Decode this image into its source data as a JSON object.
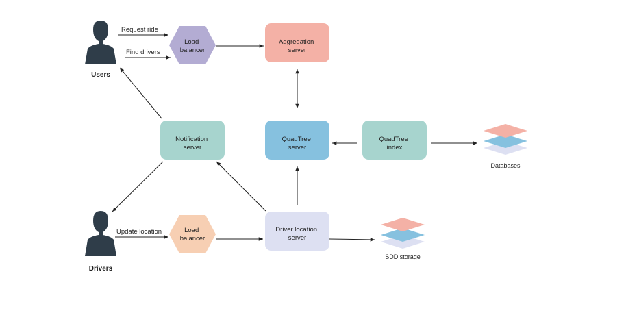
{
  "actors": {
    "users": {
      "label": "Users"
    },
    "drivers": {
      "label": "Drivers"
    }
  },
  "nodes": {
    "lb_top": {
      "line1": "Load",
      "line2": "balancer",
      "color": "#b3acd3"
    },
    "lb_bottom": {
      "line1": "Load",
      "line2": "balancer",
      "color": "#f7cfb3"
    },
    "aggregation": {
      "line1": "Aggregation",
      "line2": "server",
      "color": "#f4b1a6"
    },
    "quadtree_server": {
      "line1": "QuadTree",
      "line2": "server",
      "color": "#86c1df"
    },
    "quadtree_index": {
      "line1": "QuadTree",
      "line2": "index",
      "color": "#a7d4ce"
    },
    "notification": {
      "line1": "Notification",
      "line2": "server",
      "color": "#a7d4ce"
    },
    "driver_location": {
      "line1": "Driver location",
      "line2": "server",
      "color": "#dde0f2"
    }
  },
  "stores": {
    "databases": {
      "label": "Databases"
    },
    "sdd": {
      "label": "SDD storage"
    }
  },
  "edge_labels": {
    "request_ride": "Request ride",
    "find_drivers": "Find drivers",
    "update_location": "Update location"
  },
  "colors": {
    "actor": "#2f3d49",
    "layer_top": "#f4b1a6",
    "layer_mid": "#86c1df",
    "layer_bottom": "#dde0f2",
    "arrow": "#222222"
  }
}
